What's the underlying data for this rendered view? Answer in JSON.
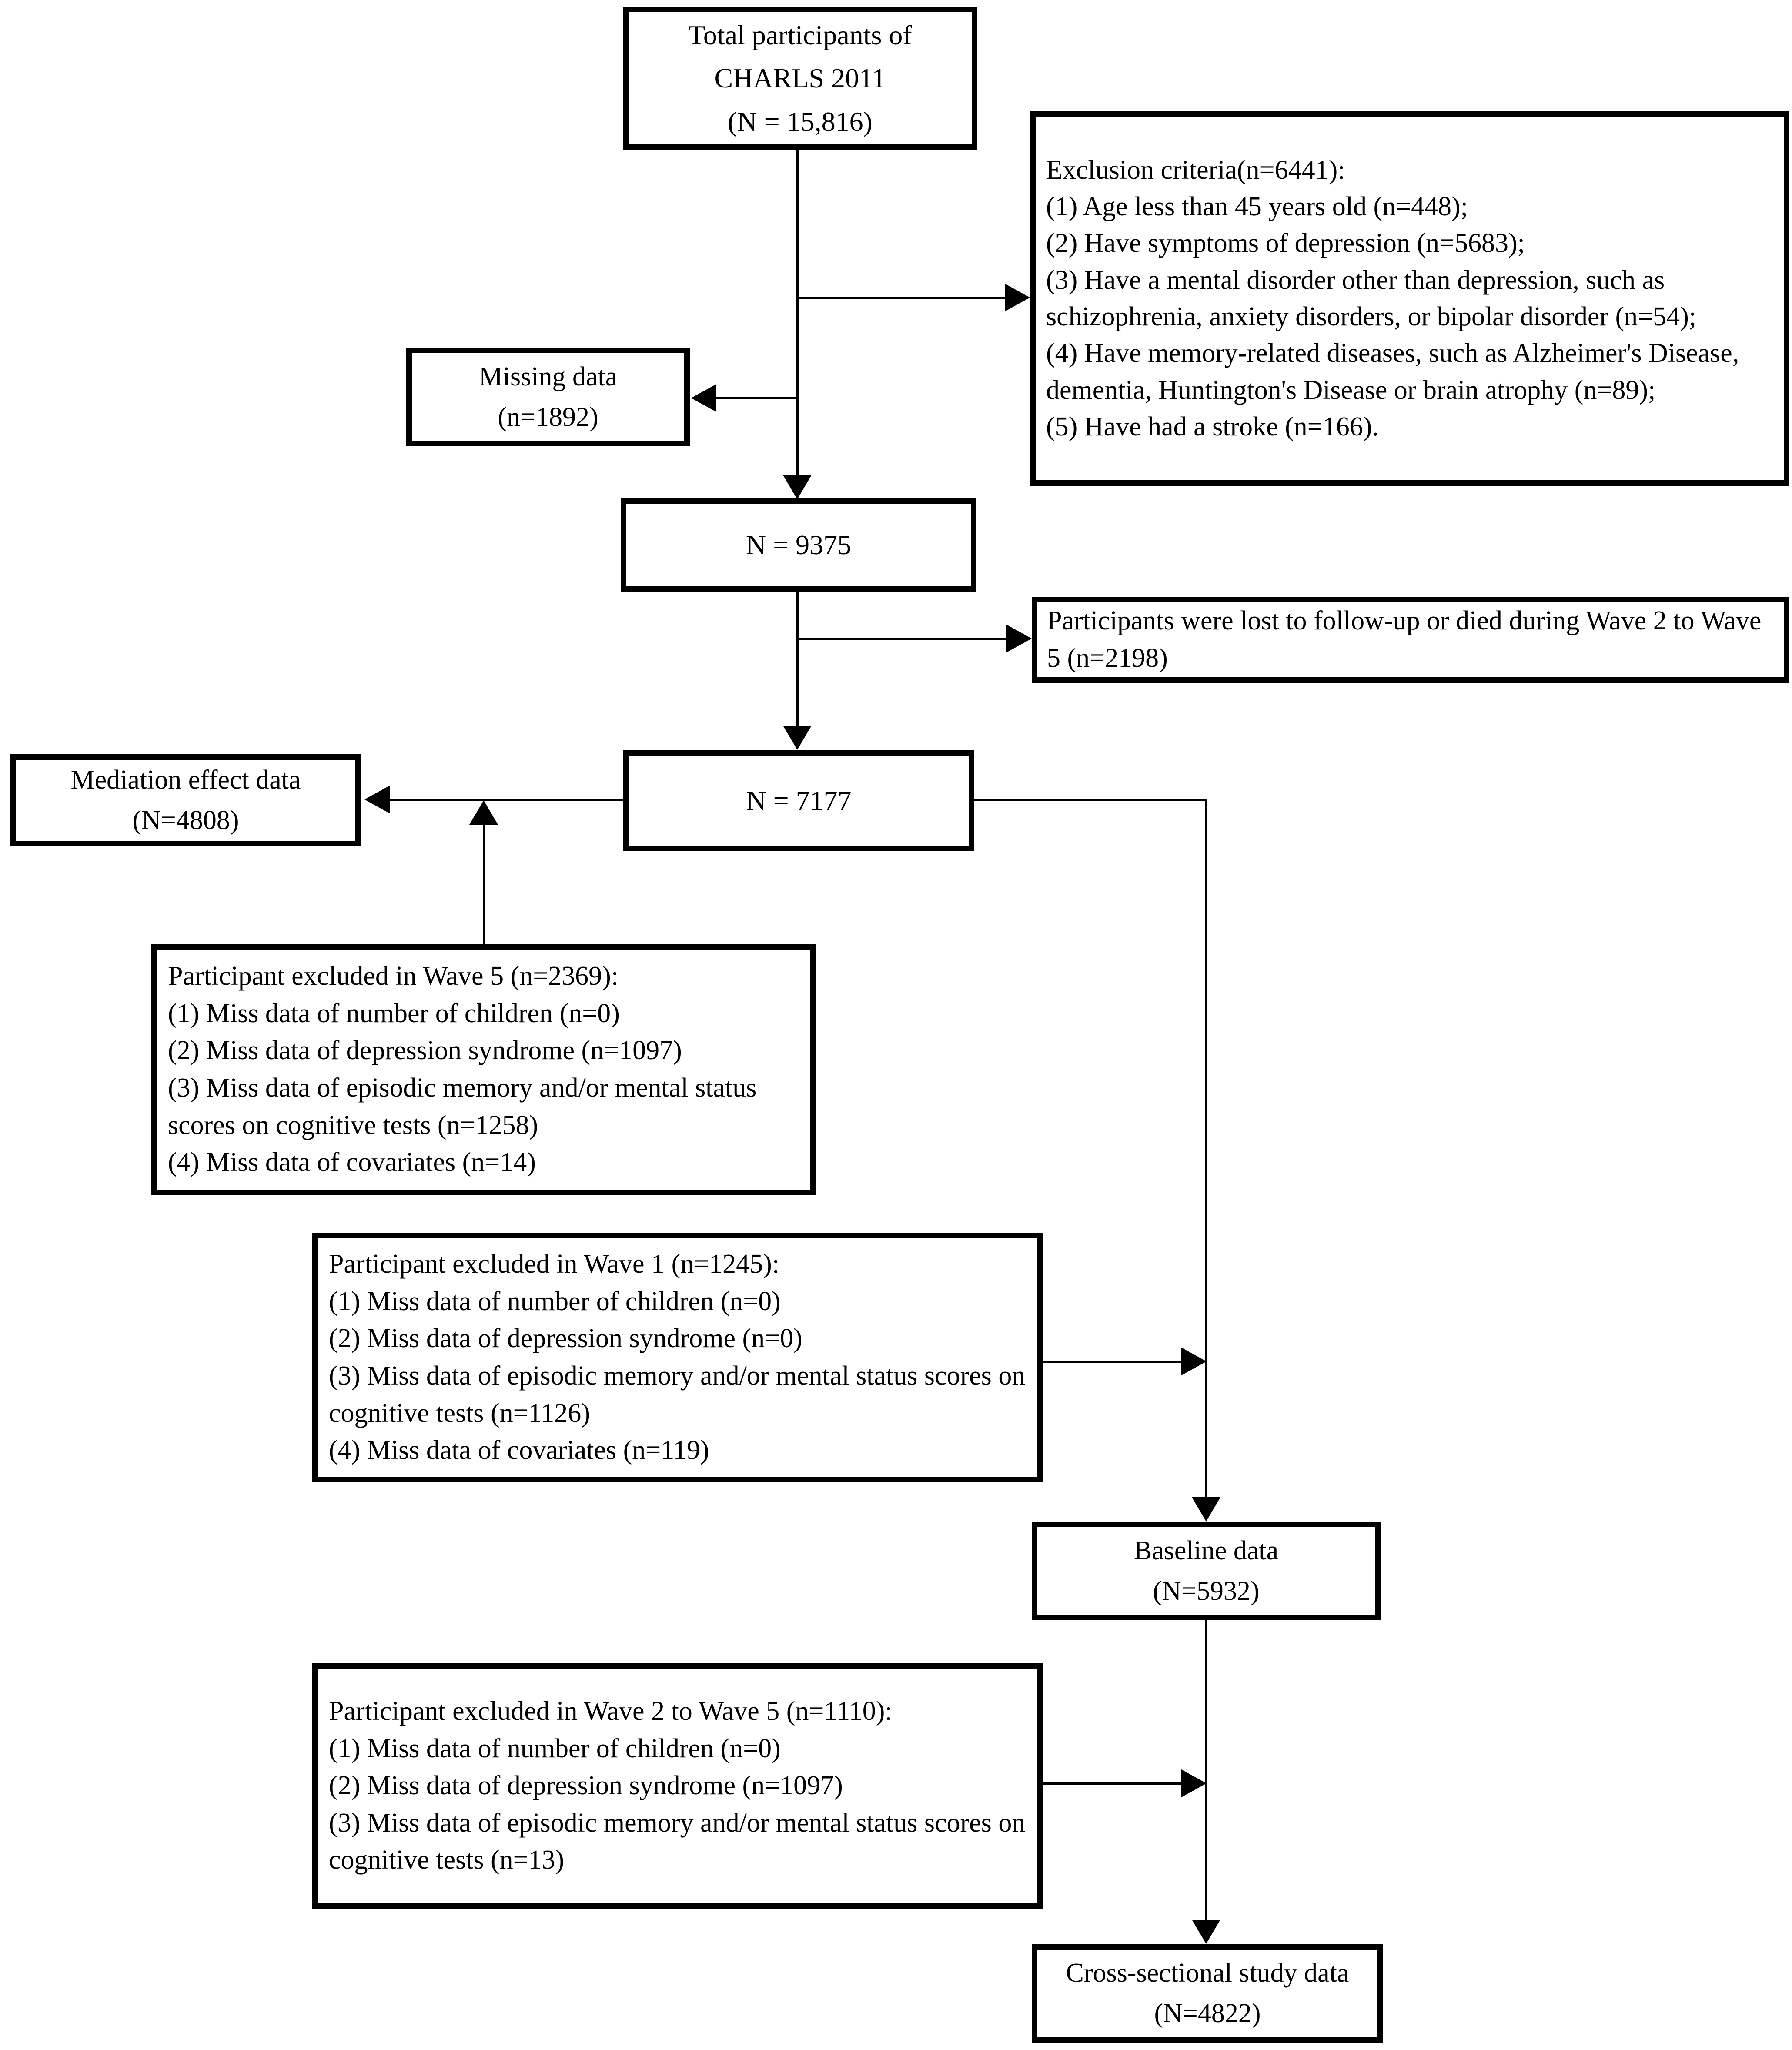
{
  "page": {
    "background_color": "#ffffff",
    "line_color": "#000000"
  },
  "boxes": {
    "total": {
      "lines": [
        "Total participants of",
        "CHARLS 2011",
        "(N = 15,816)"
      ]
    },
    "exclusion": {
      "title": "Exclusion criteria(n=6441):",
      "items": [
        "(1) Age less than 45 years old (n=448);",
        "(2) Have symptoms of depression (n=5683);",
        "(3) Have a mental disorder other than depression, such as schizophrenia, anxiety disorders, or bipolar disorder (n=54);",
        "(4) Have memory-related diseases, such as Alzheimer's Disease, dementia, Huntington's Disease or brain atrophy (n=89);",
        "(5) Have had a stroke (n=166)."
      ]
    },
    "missing": {
      "lines": [
        "Missing data",
        "(n=1892)"
      ]
    },
    "n9375": {
      "label": "N = 9375"
    },
    "lost": {
      "text": "Participants were lost to follow-up or died during Wave 2 to Wave 5 (n=2198)"
    },
    "mediation": {
      "lines": [
        "Mediation effect data",
        "(N=4808)"
      ]
    },
    "n7177": {
      "label": "N = 7177"
    },
    "wave5": {
      "title": "Participant excluded in Wave 5 (n=2369):",
      "items": [
        "(1) Miss data of number of children (n=0)",
        "(2) Miss data of depression syndrome (n=1097)",
        "(3) Miss data of episodic memory and/or mental status scores on cognitive tests (n=1258)",
        "(4) Miss data of covariates (n=14)"
      ]
    },
    "wave1": {
      "title": "Participant excluded in Wave 1 (n=1245):",
      "items": [
        "(1) Miss data of number of children (n=0)",
        "(2) Miss data of depression syndrome (n=0)",
        "(3) Miss data of episodic memory and/or mental status scores on cognitive tests (n=1126)",
        "(4) Miss data of covariates (n=119)"
      ]
    },
    "baseline": {
      "lines": [
        "Baseline data",
        "(N=5932)"
      ]
    },
    "wave2to5": {
      "title": "Participant excluded in Wave 2 to Wave 5 (n=1110):",
      "items": [
        "(1) Miss data of number of children (n=0)",
        "(2) Miss data of depression syndrome (n=1097)",
        "(3) Miss data of episodic memory and/or mental status scores on cognitive tests (n=13)"
      ]
    },
    "cross": {
      "lines": [
        "Cross-sectional study data",
        "(N=4822)"
      ]
    }
  }
}
